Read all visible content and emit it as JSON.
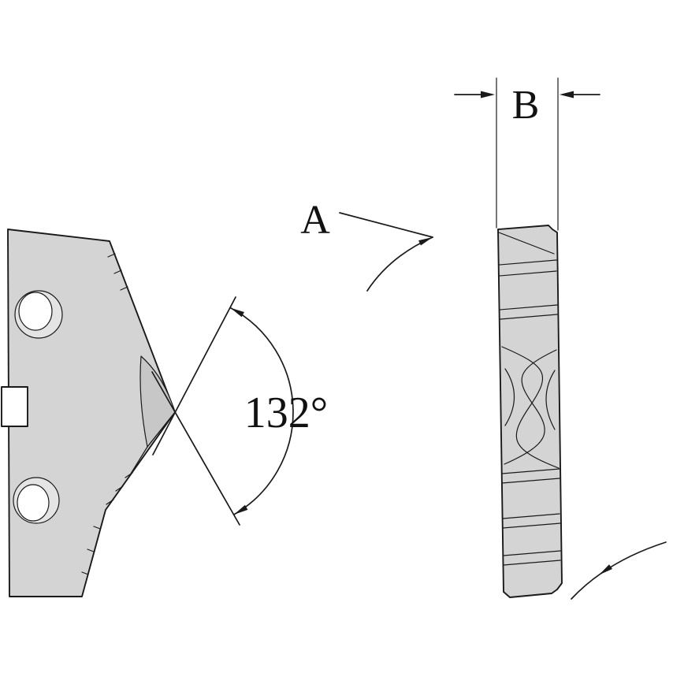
{
  "labels": {
    "point_angle": "132°",
    "dim_a": "A",
    "dim_b": "B"
  },
  "colors": {
    "line": "#1a1a1a",
    "body_fill": "#d4d4d4",
    "facet_fill": "#c7c7c7",
    "hole_ring_fill": "#e4e4e4",
    "hole_fill": "#ffffff",
    "background": "#ffffff"
  }
}
